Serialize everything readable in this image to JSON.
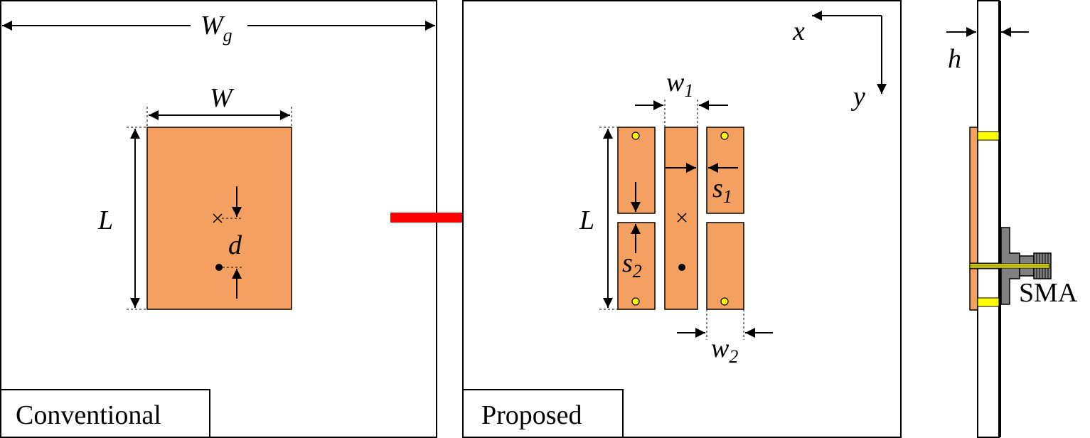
{
  "panels": {
    "left_caption": "Conventional",
    "middle_caption": "Proposed",
    "side_connector": "SMA"
  },
  "dims": {
    "Wg": {
      "main": "W",
      "sub": "g"
    },
    "W": "W",
    "L_left": "L",
    "d": "d",
    "w1": {
      "main": "w",
      "sub": "1"
    },
    "w2": {
      "main": "w",
      "sub": "2"
    },
    "s1": {
      "main": "s",
      "sub": "1"
    },
    "s2": {
      "main": "s",
      "sub": "2"
    },
    "L_mid": "L",
    "h": "h",
    "x": "x",
    "y": "y"
  },
  "colors": {
    "patch": "#F4A060",
    "arrow": "#FF0000",
    "via": "#FFFF00",
    "connector": "#808080"
  }
}
